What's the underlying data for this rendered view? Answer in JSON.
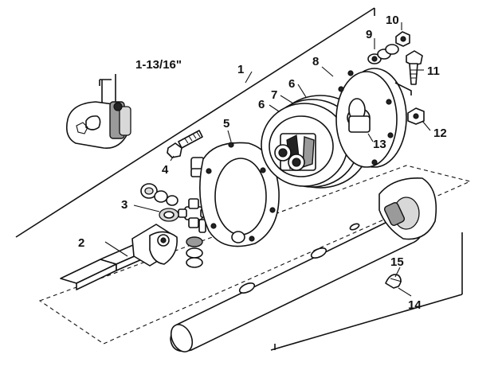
{
  "callouts": {
    "c1": "1",
    "c1_dim": "1-13/16\"",
    "c2": "2",
    "c3": "3",
    "c4": "4",
    "c5": "5",
    "c6a": "6",
    "c6b": "6",
    "c7": "7",
    "c8": "8",
    "c9": "9",
    "c10": "10",
    "c11": "11",
    "c12": "12",
    "c13": "13",
    "c14": "14",
    "c15": "15"
  }
}
